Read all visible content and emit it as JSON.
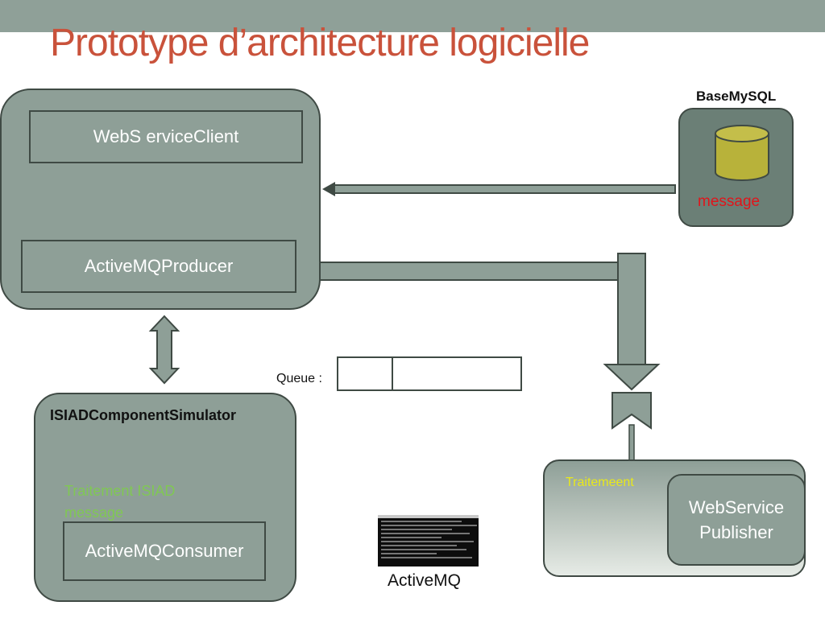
{
  "slide": {
    "title": "Prototype d’architecture logicielle"
  },
  "web_client": {
    "service_label": "WebS erviceClient",
    "producer_label": "ActiveMQProducer"
  },
  "database": {
    "name": "BaseMySQL",
    "message_label": "message"
  },
  "queue": {
    "label": "Queue :"
  },
  "simulator": {
    "title": "ISIADComponentSimulator",
    "traitement_line1": "Traitement ISIAD",
    "traitement_line2": "message",
    "consumer_label": "ActiveMQConsumer"
  },
  "activemq": {
    "label": "ActiveMQ"
  },
  "publisher": {
    "traitement_label": "Traitemeent",
    "line1": "WebService",
    "line2": "Publisher"
  },
  "colors": {
    "title": "#c9523b",
    "box_fill": "#8e9f97",
    "border": "#3f4a44",
    "db_cylinder": "#b8b23a",
    "message_red": "#e0151b",
    "traitement_green": "#80c853",
    "traitement_yellow": "#e8e81c"
  }
}
